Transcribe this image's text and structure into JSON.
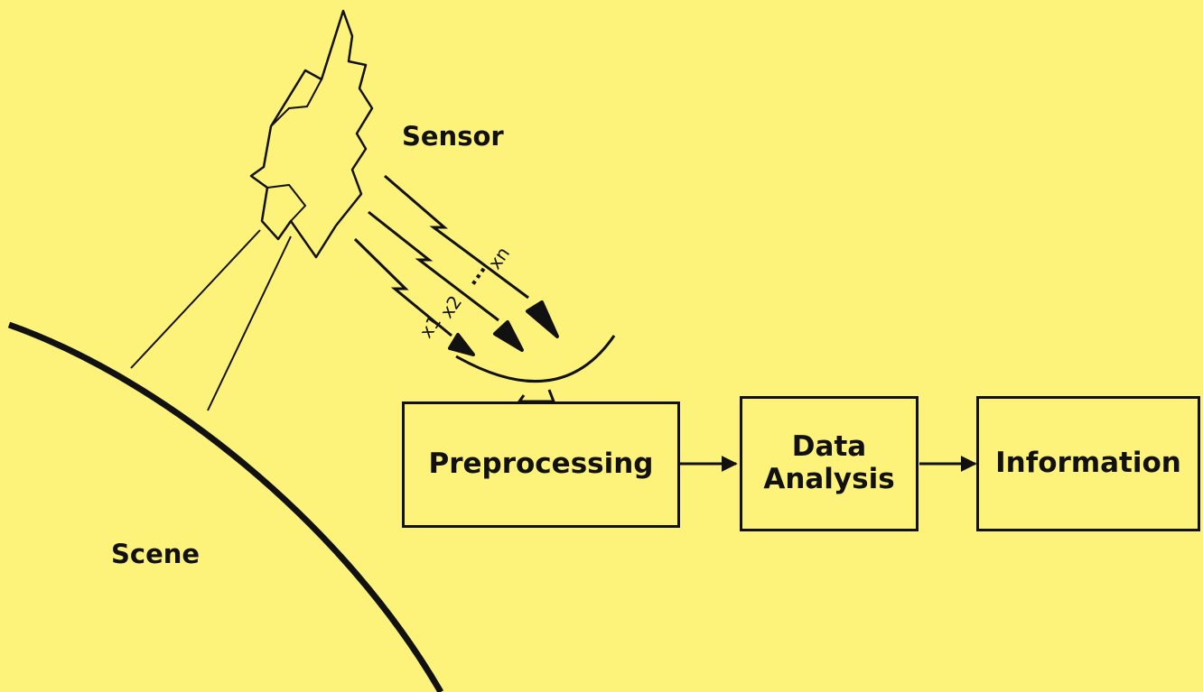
{
  "labels": {
    "sensor": "Sensor",
    "scene": "Scene"
  },
  "rays": {
    "x1": "x1",
    "x2": "x2",
    "dots": "...",
    "xn": "xn"
  },
  "boxes": {
    "preprocessing": "Preprocessing",
    "data_analysis_line1": "Data",
    "data_analysis_line2": "Analysis",
    "information": "Information"
  },
  "colors": {
    "background": "#fdf27a",
    "ink": "#111111"
  },
  "icons": {
    "satellite": "satellite-icon"
  }
}
